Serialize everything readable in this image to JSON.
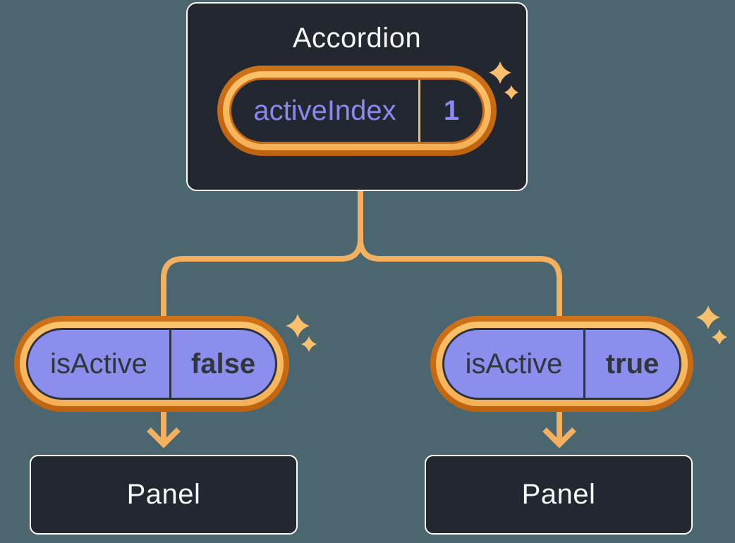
{
  "diagram": {
    "description": "React component tree diagram: Accordion parent holding activeIndex state, passing isActive props to two Panel children",
    "colors": {
      "background": "#4C6670",
      "node_fill": "#23272F",
      "node_border": "#FFFFFF",
      "node_text": "#F6F7F9",
      "state_text_purple": "#8B89F1",
      "prop_pill_purple": "#8B8EEC",
      "prop_pill_text_dark": "#30353E",
      "ring_dark_orange": "#C76A15",
      "ring_light_orange": "#F8BC64",
      "connector_orange": "#F3B160",
      "sparkle_orange": "#F8C06C"
    }
  },
  "root_node": {
    "title": "Accordion",
    "state_pill": {
      "label": "activeIndex",
      "value": "1"
    }
  },
  "children": [
    {
      "prop_pill": {
        "label": "isActive",
        "value": "false"
      },
      "panel_label": "Panel"
    },
    {
      "prop_pill": {
        "label": "isActive",
        "value": "true"
      },
      "panel_label": "Panel"
    }
  ]
}
